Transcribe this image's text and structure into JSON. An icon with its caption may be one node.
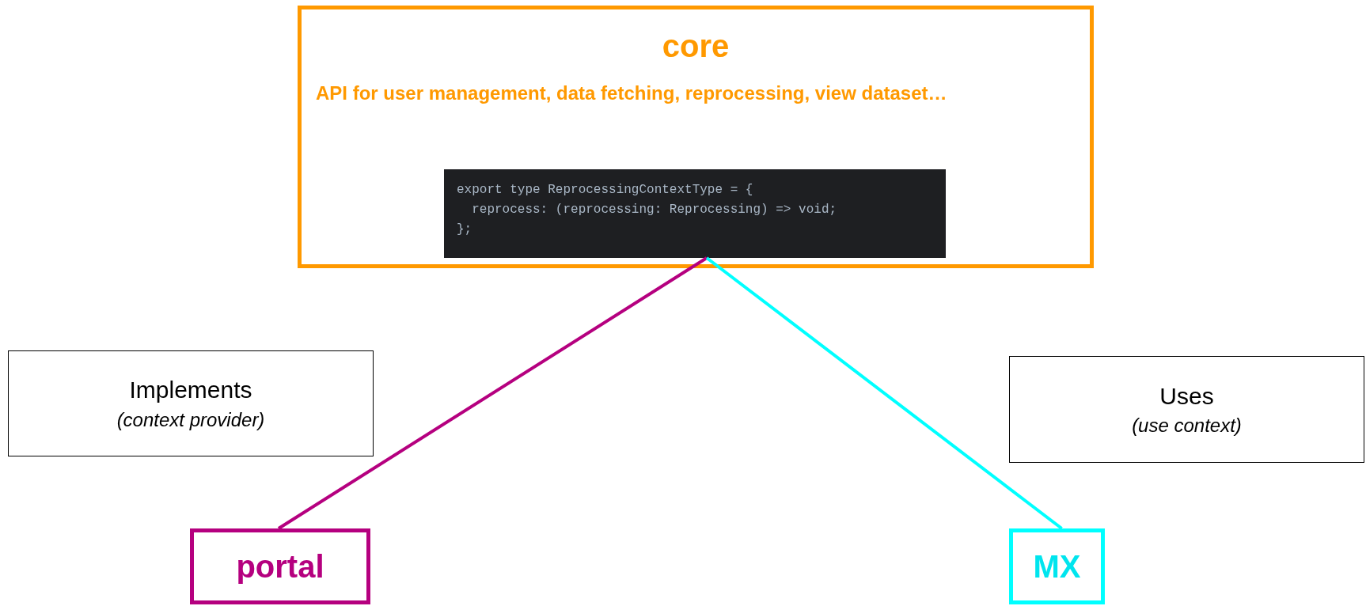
{
  "diagram": {
    "nodes": [
      {
        "text": [
          "core",
          "API for user management, data fetching, reprocessing, view dataset…"
        ]
      },
      {
        "text": [
          "export type ReprocessingContextType = {",
          "  reprocess: (reprocessing: Reprocessing) => void;",
          "};"
        ],
        "in": 0
      },
      {
        "text": [
          "Implements",
          "(context provider)"
        ]
      },
      {
        "text": [
          "portal"
        ]
      },
      {
        "text": [
          "Uses",
          "(use context)"
        ]
      },
      {
        "text": [
          "MX"
        ]
      }
    ],
    "edges": [
      {
        "from": 1,
        "to": 3,
        "arrow": "none",
        "color": "#b5007f"
      },
      {
        "from": 1,
        "to": 5,
        "arrow": "none",
        "color": "#00ffff"
      }
    ]
  }
}
